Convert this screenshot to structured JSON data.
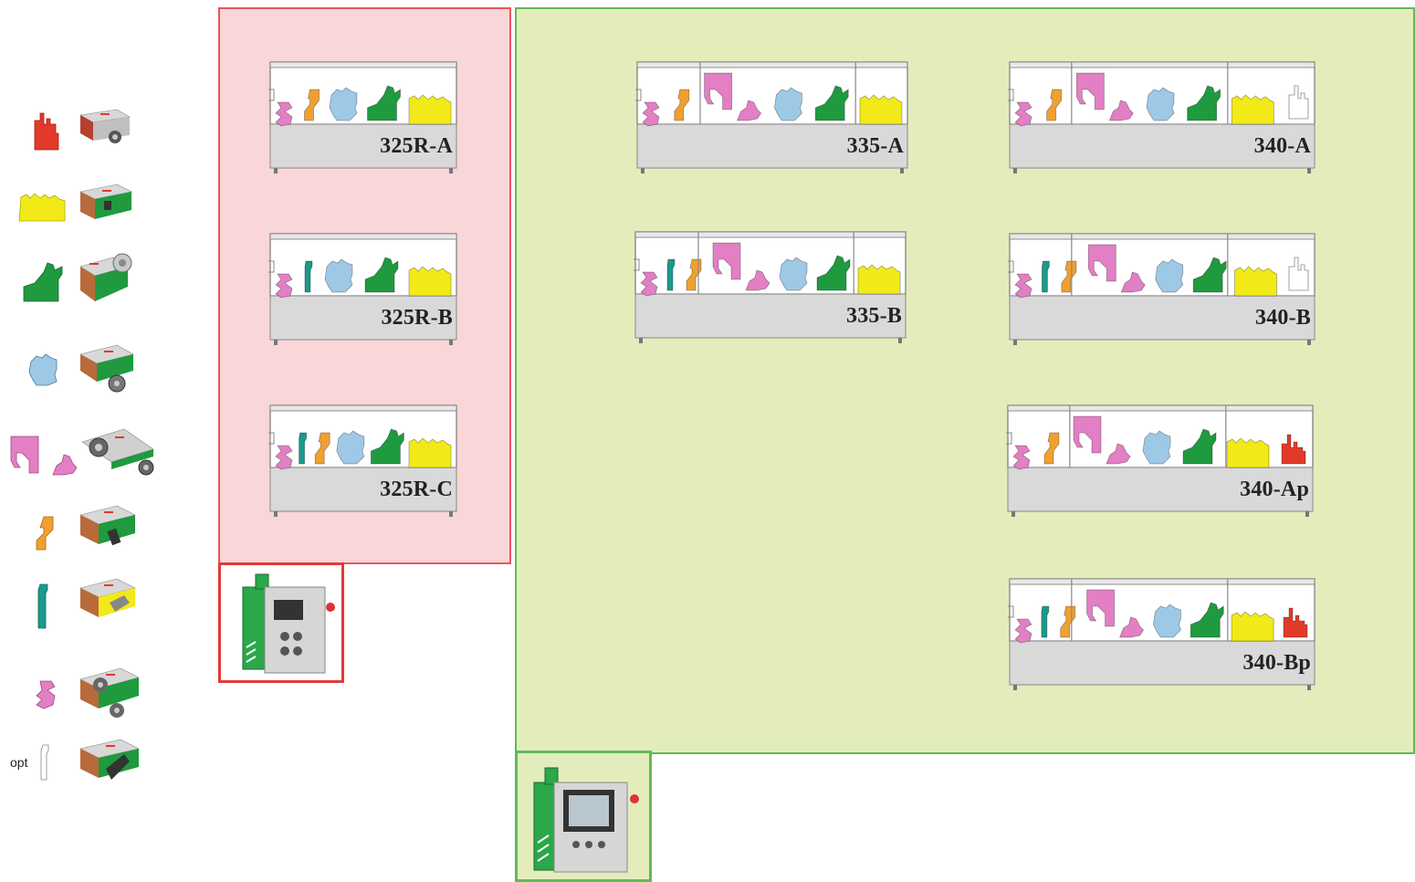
{
  "legend": {
    "items": [
      {
        "unit": "end-trimming-unit",
        "color": "#e23a2a"
      },
      {
        "unit": "edge-glue-unit",
        "color": "#f2ea18"
      },
      {
        "unit": "corner-rounding-unit",
        "color": "#1f9a3e"
      },
      {
        "unit": "fine-trimming-unit",
        "color": "#9ec9e6"
      },
      {
        "unit": "profile-scraper-unit",
        "color": "#e37fc4"
      },
      {
        "unit": "glue-scraper-unit",
        "color": "#f0a030"
      },
      {
        "unit": "buffing-unit",
        "color": "#1a9a8a"
      },
      {
        "unit": "edge-scraper-unit",
        "color": "#e37fc4"
      },
      {
        "unit": "optional-unit",
        "color": "#ffffff"
      }
    ],
    "opt_label": "opt"
  },
  "machines": [
    {
      "label": "325R-A",
      "series": "325R",
      "units": [
        "s",
        "g",
        "fine",
        "corner",
        "glue"
      ]
    },
    {
      "label": "325R-B",
      "series": "325R",
      "units": [
        "s",
        "buff",
        "fine",
        "corner",
        "glue"
      ]
    },
    {
      "label": "325R-C",
      "series": "325R",
      "units": [
        "s",
        "buff",
        "g",
        "fine",
        "corner",
        "glue"
      ]
    },
    {
      "label": "335-A",
      "series": "335",
      "units": [
        "s",
        "g",
        "profile",
        "fine",
        "corner",
        "glue"
      ]
    },
    {
      "label": "335-B",
      "series": "335",
      "units": [
        "s",
        "buff",
        "g",
        "profile",
        "fine",
        "corner",
        "glue"
      ]
    },
    {
      "label": "340-A",
      "series": "340",
      "units": [
        "s",
        "g",
        "profile",
        "fine",
        "corner",
        "glue",
        "opt"
      ]
    },
    {
      "label": "340-B",
      "series": "340",
      "units": [
        "s",
        "buff",
        "g",
        "profile",
        "fine",
        "corner",
        "glue",
        "opt"
      ]
    },
    {
      "label": "340-Ap",
      "series": "340",
      "units": [
        "s",
        "g",
        "profile",
        "fine",
        "corner",
        "glue",
        "end"
      ]
    },
    {
      "label": "340-Bp",
      "series": "340",
      "units": [
        "s",
        "buff",
        "g",
        "profile",
        "fine",
        "corner",
        "glue",
        "end"
      ]
    }
  ],
  "colors": {
    "region_325R_fill": "#f9d6d8",
    "region_325R_border": "#e8555c",
    "region_3xx_fill": "#e3edbc",
    "region_3xx_border": "#62b85a",
    "machine_base": "#d9d9d9",
    "unit_pink": "#e37fc4",
    "unit_orange": "#f0a030",
    "unit_teal": "#1a9a8a",
    "unit_blue": "#9ec9e6",
    "unit_green": "#1f9a3e",
    "unit_yellow": "#f2ea18",
    "unit_red": "#e23a2a"
  }
}
